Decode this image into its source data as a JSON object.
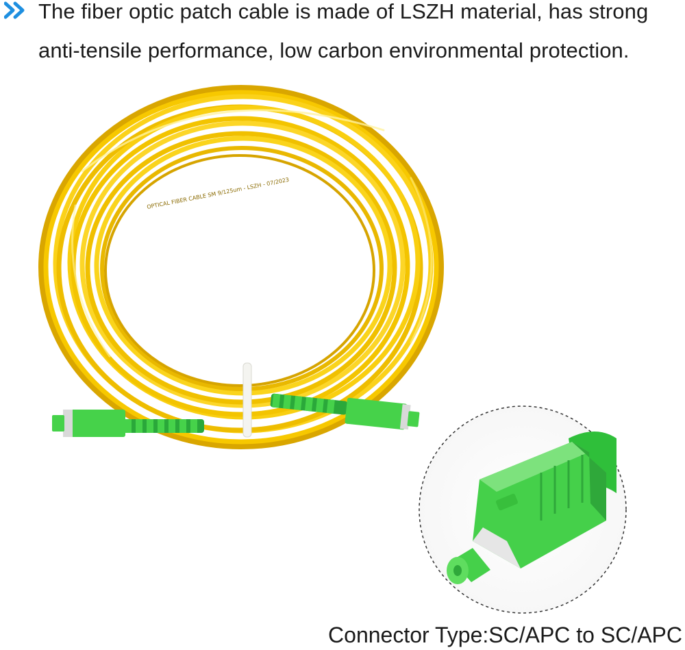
{
  "headline": {
    "line1": "The fiber optic patch cable is made of LSZH material, has strong",
    "line2": "anti-tensile performance, low carbon environmental protection.",
    "bullet_icon": "double-chevron-right-icon",
    "bullet_color": "#1e8fe0"
  },
  "image": {
    "subject": "coiled yellow fiber optic patch cable with green SC/APC connectors",
    "cable_print": "OPTICAL FIBER CABLE SM 9/125um - LSZH - 07/2023",
    "colors": {
      "cable": "#f7c800",
      "cable_shadow": "#d9a600",
      "connector": "#46d24a",
      "connector_dark": "#2aa83a",
      "tie": "#f4f4f0"
    }
  },
  "caption": "Connector Type:SC/APC to SC/APC"
}
